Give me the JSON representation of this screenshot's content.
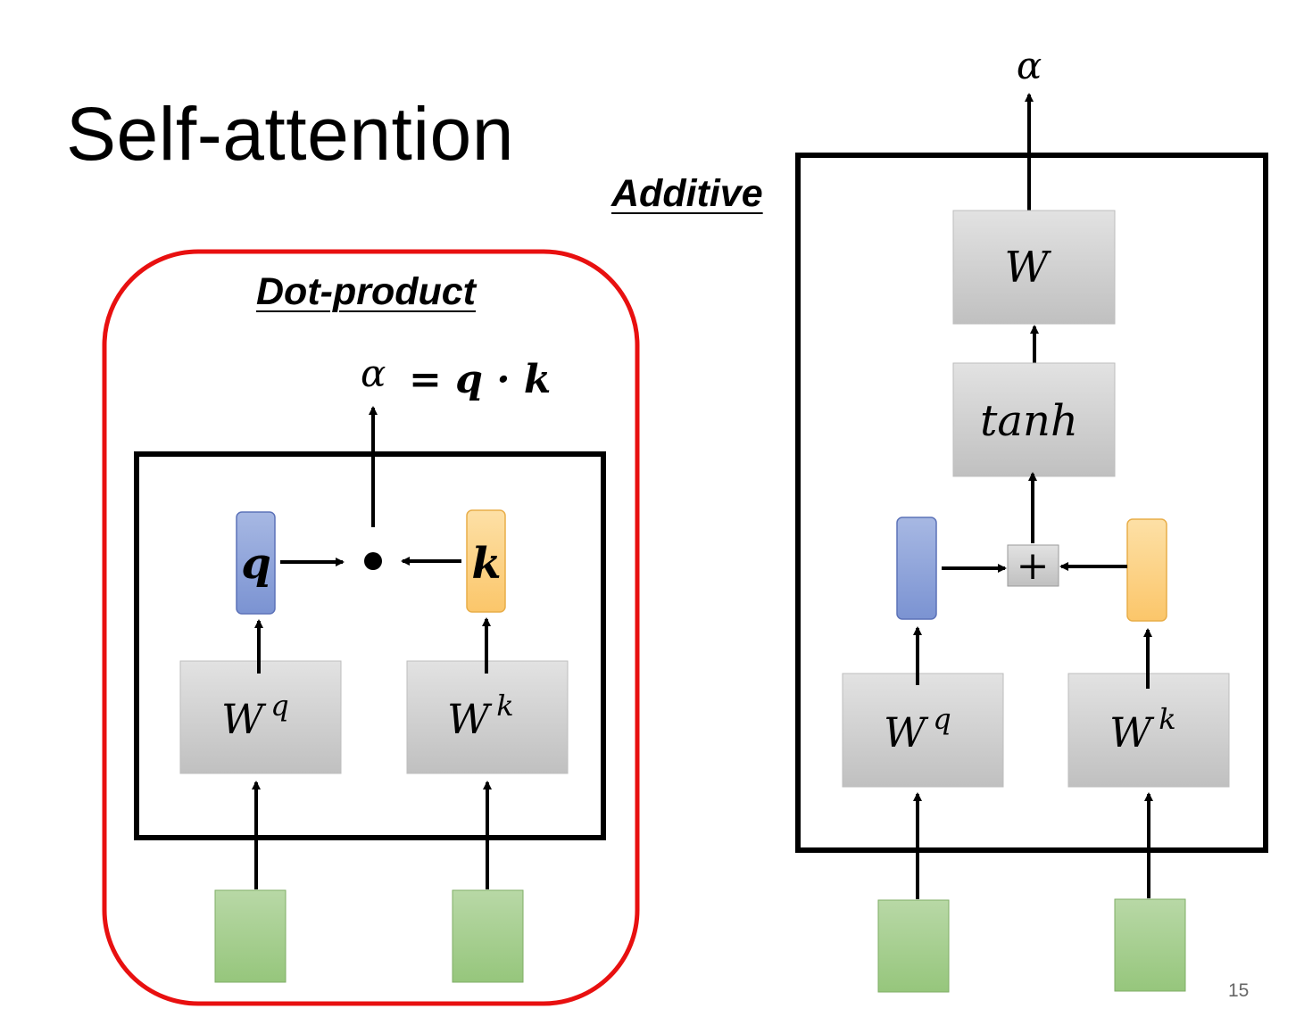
{
  "title": "Self-attention",
  "page_number": "15",
  "dot_product": {
    "heading": "Dot-product",
    "output_label": "α",
    "formula": "= q · k",
    "q_label": "q",
    "k_label": "k",
    "wq_base": "W",
    "wq_sup": "q",
    "wk_base": "W",
    "wk_sup": "k"
  },
  "additive": {
    "heading": "Additive",
    "output_label": "α",
    "w_label": "W",
    "tanh_label": "tanh",
    "plus_label": "+",
    "wq_base": "W",
    "wq_sup": "q",
    "wk_base": "W",
    "wk_sup": "k"
  },
  "colors": {
    "highlight_border": "#e81010",
    "query_blue": "#8fa3d9",
    "key_orange": "#fcd48a",
    "input_green": "#a7cf8f",
    "block_gray": "#cfcfcf"
  }
}
